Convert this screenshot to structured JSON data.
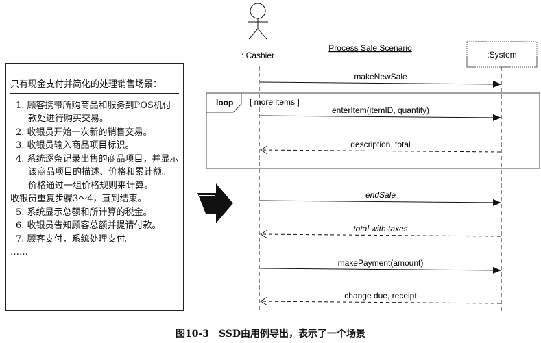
{
  "use_case": {
    "title": "只有现金支付并简化的处理销售场景：",
    "steps": [
      "1. 顾客携带所购商品和服务到POS机付款处进行购买交易。",
      "2. 收银员开始一次新的销售交易。",
      "3. 收银员输入商品项目标识。",
      "4. 系统逐条记录出售的商品项目，并显示该商品项目的描述、价格和累计额。价格通过一组价格规则来计算。",
      "收银员重复步骤3～4，直到结束。",
      "5. 系统显示总额和所计算的税金。",
      "6. 收银员告知顾客总额并提请付款。",
      "7. 顾客支付，系统处理支付。",
      "……"
    ]
  },
  "diagram": {
    "title": "Process Sale Scenario",
    "actor": ": Cashier",
    "system": ":System",
    "loop_label": "loop",
    "loop_guard": "[ more items ]",
    "messages": [
      {
        "label": "makeNewSale",
        "type": "sync"
      },
      {
        "label": "enterItem(itemID, quantity)",
        "type": "sync"
      },
      {
        "label": "description, total",
        "type": "return"
      },
      {
        "label": "endSale",
        "type": "sync"
      },
      {
        "label": "total with taxes",
        "type": "return"
      },
      {
        "label": "makePayment(amount)",
        "type": "sync"
      },
      {
        "label": "change due, receipt",
        "type": "return"
      }
    ]
  },
  "caption": "图10-3　SSD由用例导出，表示了一个场景"
}
